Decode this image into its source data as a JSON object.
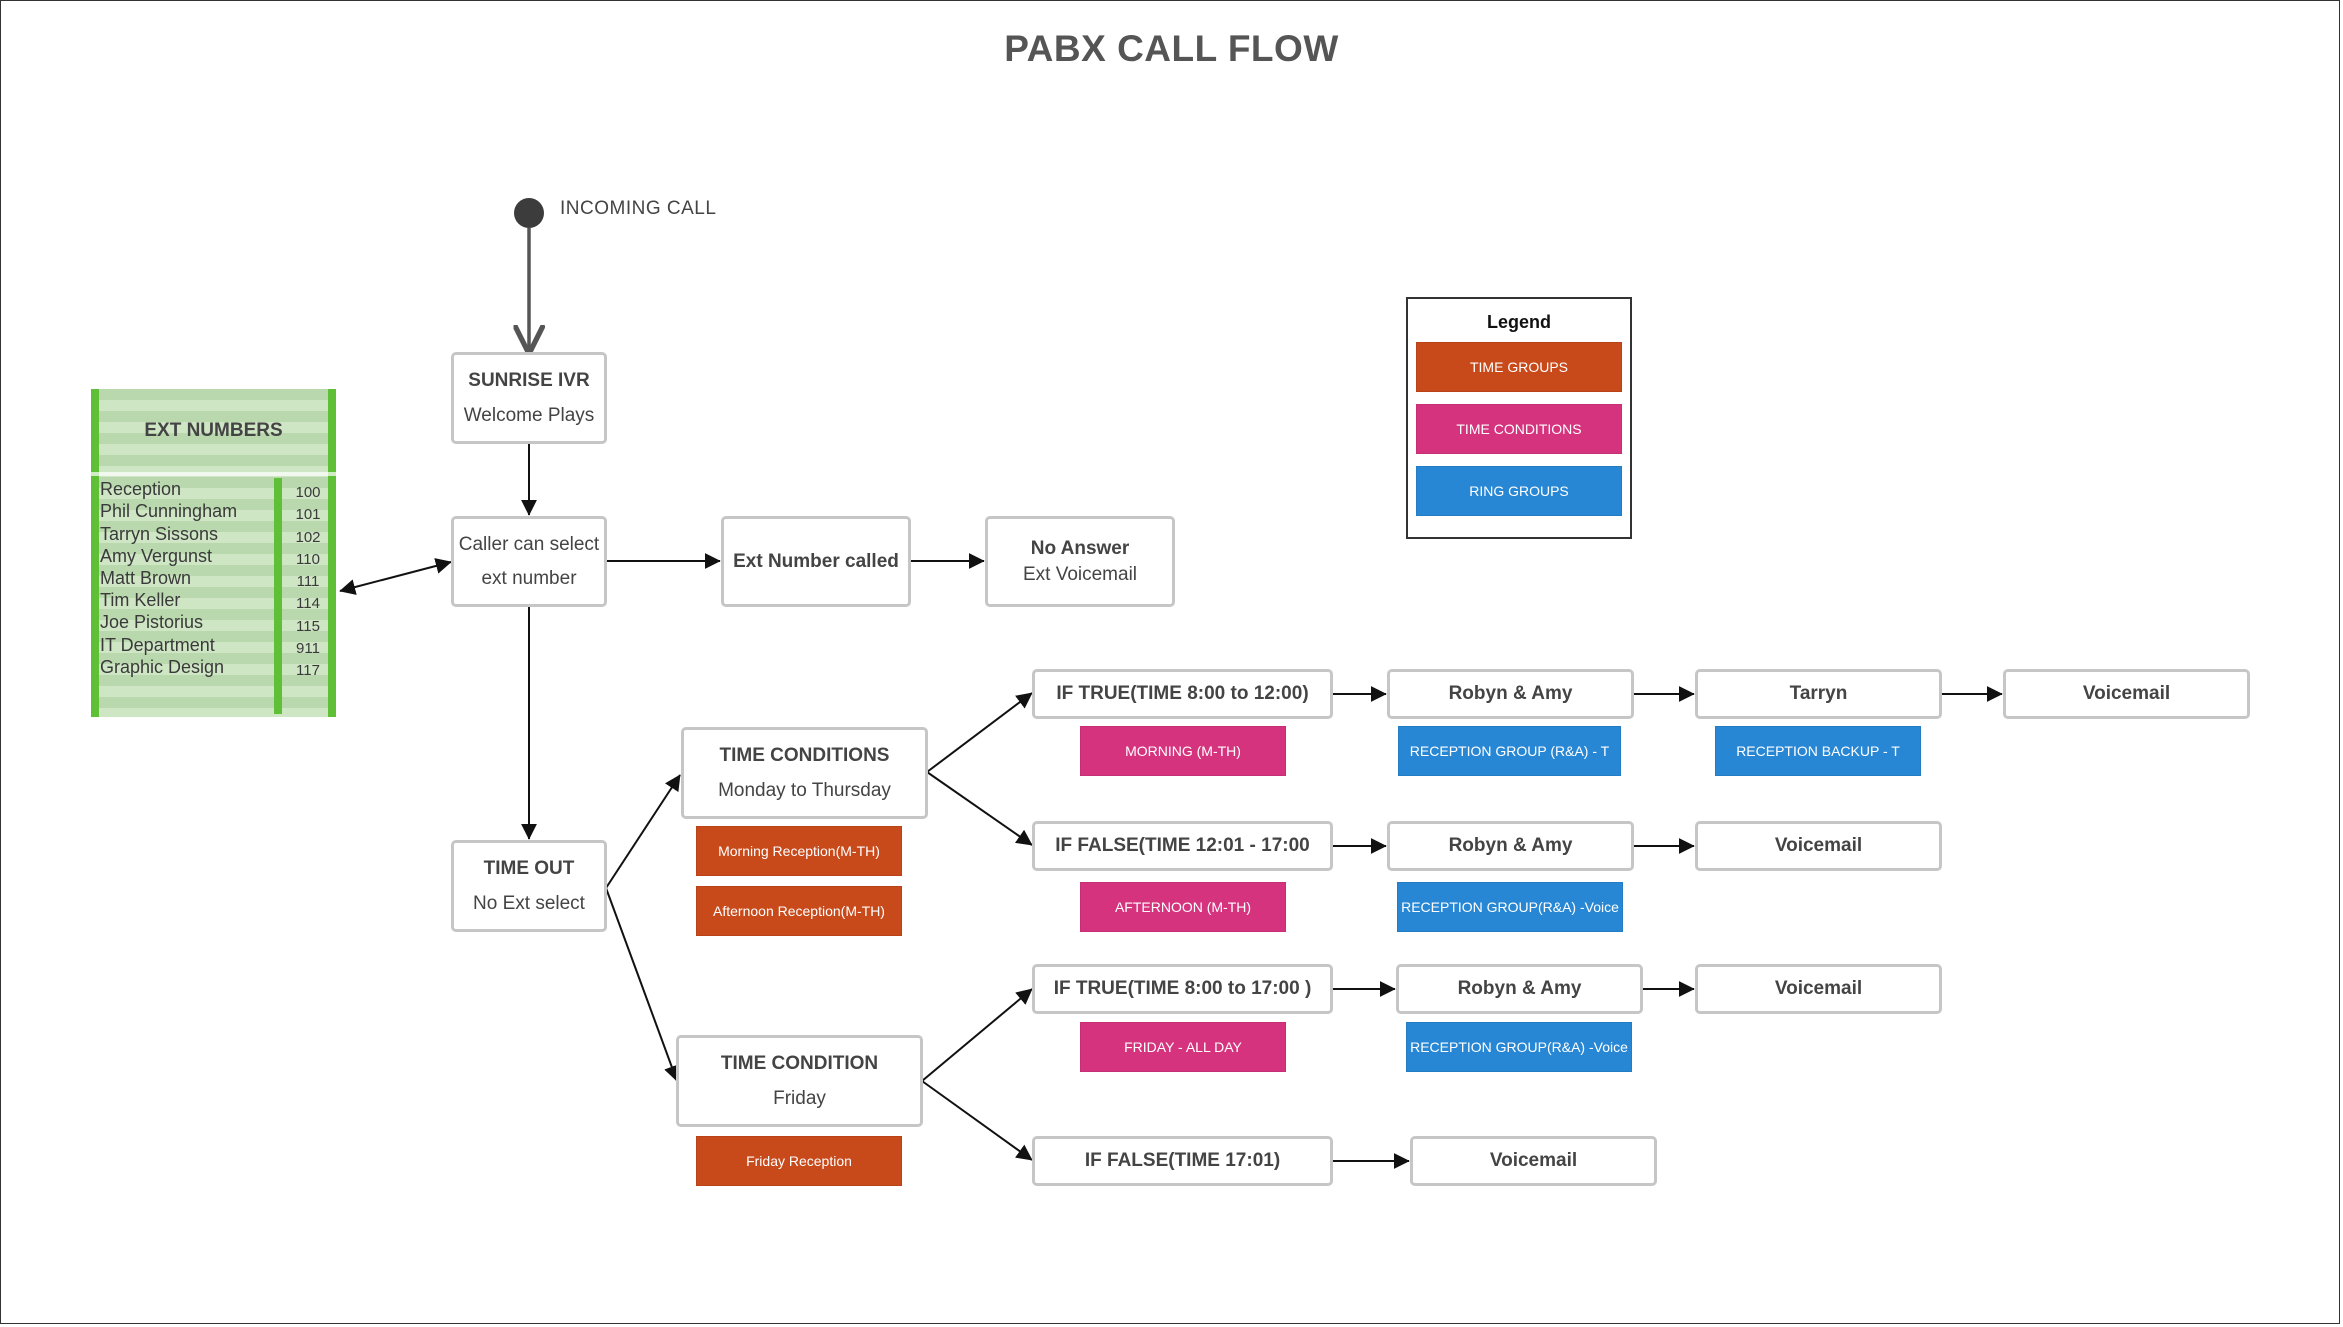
{
  "title": "PABX CALL FLOW",
  "colors": {
    "time_groups": "#c8491a",
    "time_conditions": "#d6337e",
    "ring_groups": "#2887d4",
    "ext_green": "#5fbf36"
  },
  "start": {
    "label": "INCOMING CALL"
  },
  "ext_numbers": {
    "title": "EXT NUMBERS",
    "entries": [
      {
        "name": "Reception",
        "number": "100"
      },
      {
        "name": "Phil Cunningham",
        "number": "101"
      },
      {
        "name": "Tarryn Sissons",
        "number": "102"
      },
      {
        "name": "Amy Vergunst",
        "number": "110"
      },
      {
        "name": "Matt Brown",
        "number": "111"
      },
      {
        "name": "Tim Keller",
        "number": "114"
      },
      {
        "name": "Joe Pistorius",
        "number": "115"
      },
      {
        "name": "IT Department",
        "number": "911"
      },
      {
        "name": "Graphic Design",
        "number": "117"
      }
    ]
  },
  "nodes": {
    "ivr": {
      "title": "SUNRISE IVR",
      "sub": "Welcome Plays"
    },
    "select": {
      "line1": "Caller can select",
      "line2": "ext number"
    },
    "ext_called": {
      "title": "Ext Number called"
    },
    "no_answer": {
      "title": "No Answer",
      "sub": "Ext Voicemail"
    },
    "timeout": {
      "title": "TIME OUT",
      "sub": "No Ext select"
    },
    "tc_mth": {
      "title": "TIME CONDITIONS",
      "sub": "Monday to Thursday"
    },
    "tc_fri": {
      "title": "TIME CONDITION",
      "sub": "Friday"
    },
    "if_true_1": "IF TRUE(TIME 8:00 to 12:00)",
    "if_false_1": "IF FALSE(TIME 12:01 - 17:00",
    "if_true_2": "IF TRUE(TIME 8:00 to 17:00  )",
    "if_false_2": "IF FALSE(TIME 17:01)",
    "ra_1": "Robyn & Amy",
    "ra_2": "Robyn & Amy",
    "ra_3": "Robyn & Amy",
    "tarryn": "Tarryn",
    "vm_1": "Voicemail",
    "vm_2": "Voicemail",
    "vm_3": "Voicemail",
    "vm_4": "Voicemail"
  },
  "tags": {
    "morning_reception": "Morning Reception(M-TH)",
    "afternoon_reception": "Afternoon Reception(M-TH)",
    "friday_reception": "Friday Reception",
    "morning_mth": "MORNING (M-TH)",
    "afternoon_mth": "AFTERNOON (M-TH)",
    "friday_all_day": "FRIDAY - ALL DAY",
    "rg_rat": "RECEPTION GROUP (R&A) - T",
    "rg_backup": "RECEPTION BACKUP - T",
    "rg_voice_1": "RECEPTION GROUP(R&A) -Voice",
    "rg_voice_2": "RECEPTION GROUP(R&A) -Voice"
  },
  "legend": {
    "title": "Legend",
    "time_groups": "TIME GROUPS",
    "time_conditions": "TIME CONDITIONS",
    "ring_groups": "RING GROUPS"
  }
}
